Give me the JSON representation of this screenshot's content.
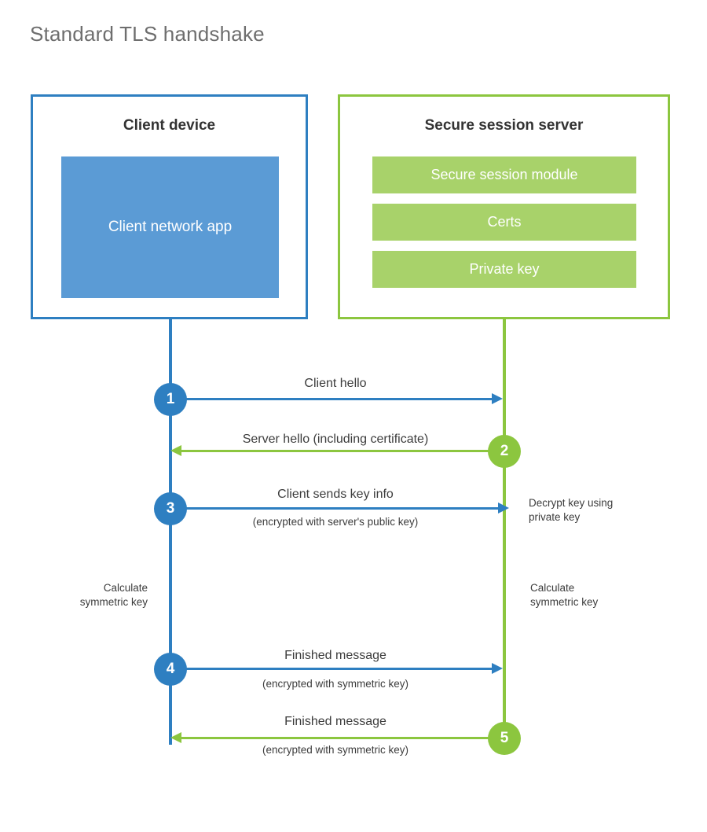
{
  "page": {
    "title": "Standard TLS handshake"
  },
  "colors": {
    "client_accent": "#2e7fc1",
    "client_fill": "#5b9bd5",
    "server_accent": "#8cc63f",
    "server_fill": "#a8d26a",
    "title_text": "#6e6e6e",
    "body_text": "#3c3c3c",
    "background": "#ffffff"
  },
  "parties": {
    "client": {
      "title": "Client device",
      "app_label": "Client network app"
    },
    "server": {
      "title": "Secure session server",
      "items": [
        {
          "label": "Secure session module"
        },
        {
          "label": "Certs"
        },
        {
          "label": "Private key"
        }
      ]
    }
  },
  "steps": [
    {
      "number": "1",
      "label": "Client hello",
      "sub": "",
      "from": "client",
      "to": "server",
      "direction": "right",
      "color": "#2e7fc1"
    },
    {
      "number": "2",
      "label": "Server hello (including certificate)",
      "sub": "",
      "from": "server",
      "to": "client",
      "direction": "left",
      "color": "#8cc63f"
    },
    {
      "number": "3",
      "label": "Client sends key info",
      "sub": "(encrypted with server's public key)",
      "from": "client",
      "to": "server",
      "direction": "right",
      "color": "#2e7fc1"
    },
    {
      "number": "4",
      "label": "Finished message",
      "sub": "(encrypted with symmetric key)",
      "from": "client",
      "to": "server",
      "direction": "right",
      "color": "#2e7fc1"
    },
    {
      "number": "5",
      "label": "Finished message",
      "sub": "(encrypted with symmetric key)",
      "from": "server",
      "to": "client",
      "direction": "left",
      "color": "#8cc63f"
    }
  ],
  "notes": {
    "decrypt_key": "Decrypt key using\nprivate key",
    "calculate_symmetric_key_client": "Calculate\nsymmetric key",
    "calculate_symmetric_key_server": "Calculate\nsymmetric key"
  }
}
